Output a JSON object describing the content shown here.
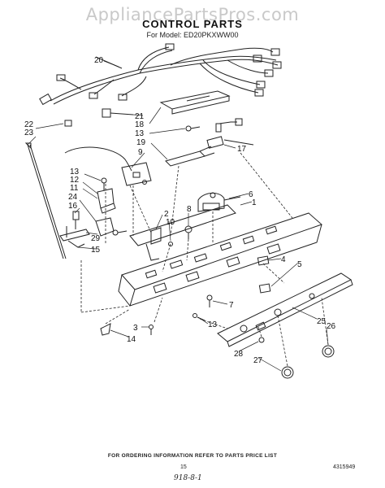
{
  "watermark": "AppliancePartsPros.com",
  "title": "CONTROL PARTS",
  "model": "For Model: ED20PKXWW00",
  "callouts": [
    {
      "id": "c20",
      "label": "20"
    },
    {
      "id": "c21",
      "label": "21"
    },
    {
      "id": "c18",
      "label": "18"
    },
    {
      "id": "c13a",
      "label": "13"
    },
    {
      "id": "c17",
      "label": "17"
    },
    {
      "id": "c19",
      "label": "19"
    },
    {
      "id": "c9",
      "label": "9"
    },
    {
      "id": "c22",
      "label": "22"
    },
    {
      "id": "c23",
      "label": "23"
    },
    {
      "id": "c13b",
      "label": "13"
    },
    {
      "id": "c12",
      "label": "12"
    },
    {
      "id": "c11",
      "label": "11"
    },
    {
      "id": "c24",
      "label": "24"
    },
    {
      "id": "c16",
      "label": "16"
    },
    {
      "id": "c29",
      "label": "29"
    },
    {
      "id": "c15",
      "label": "15"
    },
    {
      "id": "c2",
      "label": "2"
    },
    {
      "id": "c10",
      "label": "10"
    },
    {
      "id": "c8",
      "label": "8"
    },
    {
      "id": "c6",
      "label": "6"
    },
    {
      "id": "c1",
      "label": "1"
    },
    {
      "id": "c4",
      "label": "4"
    },
    {
      "id": "c5",
      "label": "5"
    },
    {
      "id": "c7",
      "label": "7"
    },
    {
      "id": "c3",
      "label": "3"
    },
    {
      "id": "c14",
      "label": "14"
    },
    {
      "id": "c13c",
      "label": "13"
    },
    {
      "id": "c25",
      "label": "25"
    },
    {
      "id": "c26",
      "label": "26"
    },
    {
      "id": "c28",
      "label": "28"
    },
    {
      "id": "c27",
      "label": "27"
    }
  ],
  "footer": {
    "order_info": "FOR ORDERING INFORMATION REFER TO PARTS PRICE LIST",
    "page_number": "15",
    "handwritten_note": "918-8-1",
    "part_code": "4315949"
  }
}
